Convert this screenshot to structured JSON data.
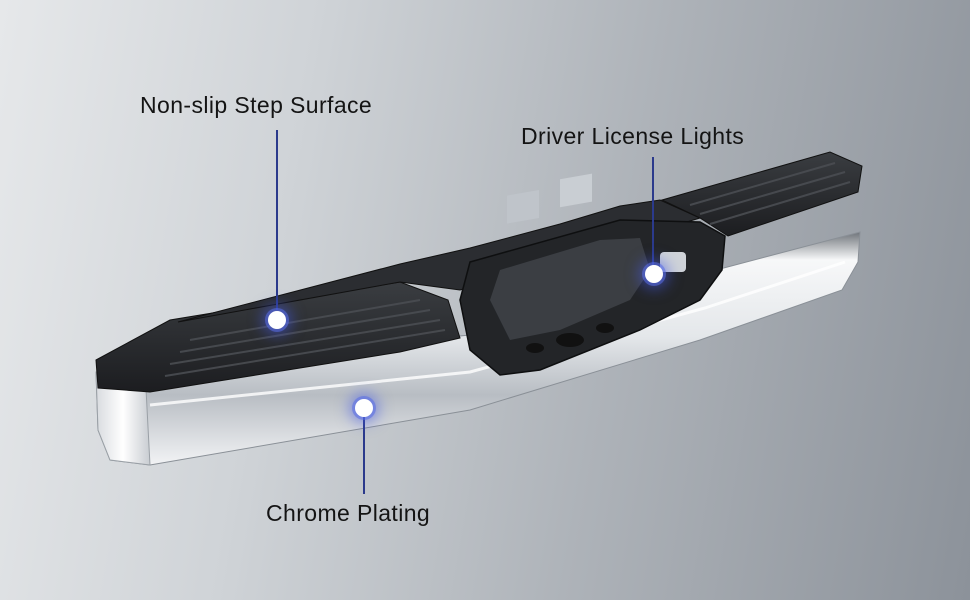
{
  "callouts": {
    "step_surface": "Non-slip Step Surface",
    "license_lights": "Driver License Lights",
    "chrome_plating": "Chrome Plating"
  },
  "colors": {
    "leader_line": "#2b3a8c",
    "hotspot_glow": "#5a6ee6",
    "step_pad": "#2a2c2f",
    "chrome": "#e9ebee"
  },
  "icons": {
    "hotspot": "glowing-dot-icon"
  }
}
